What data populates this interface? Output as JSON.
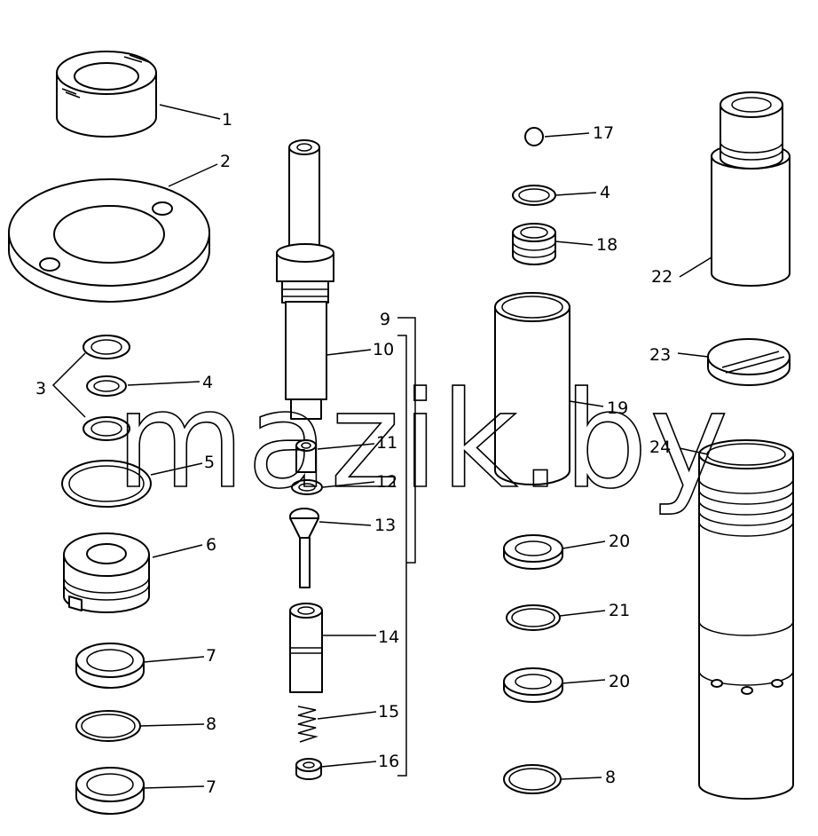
{
  "watermark": "mazik.by",
  "labels": {
    "p1": "1",
    "p2": "2",
    "p3": "3",
    "p4a": "4",
    "p4b": "4",
    "p5": "5",
    "p6": "6",
    "p7a": "7",
    "p7b": "7",
    "p8a": "8",
    "p8b": "8",
    "p9": "9",
    "p10": "10",
    "p11": "11",
    "p12": "12",
    "p13": "13",
    "p14": "14",
    "p15": "15",
    "p16": "16",
    "p17": "17",
    "p18": "18",
    "p19": "19",
    "p20a": "20",
    "p20b": "20",
    "p21": "21",
    "p22": "22",
    "p23": "23",
    "p24": "24"
  }
}
